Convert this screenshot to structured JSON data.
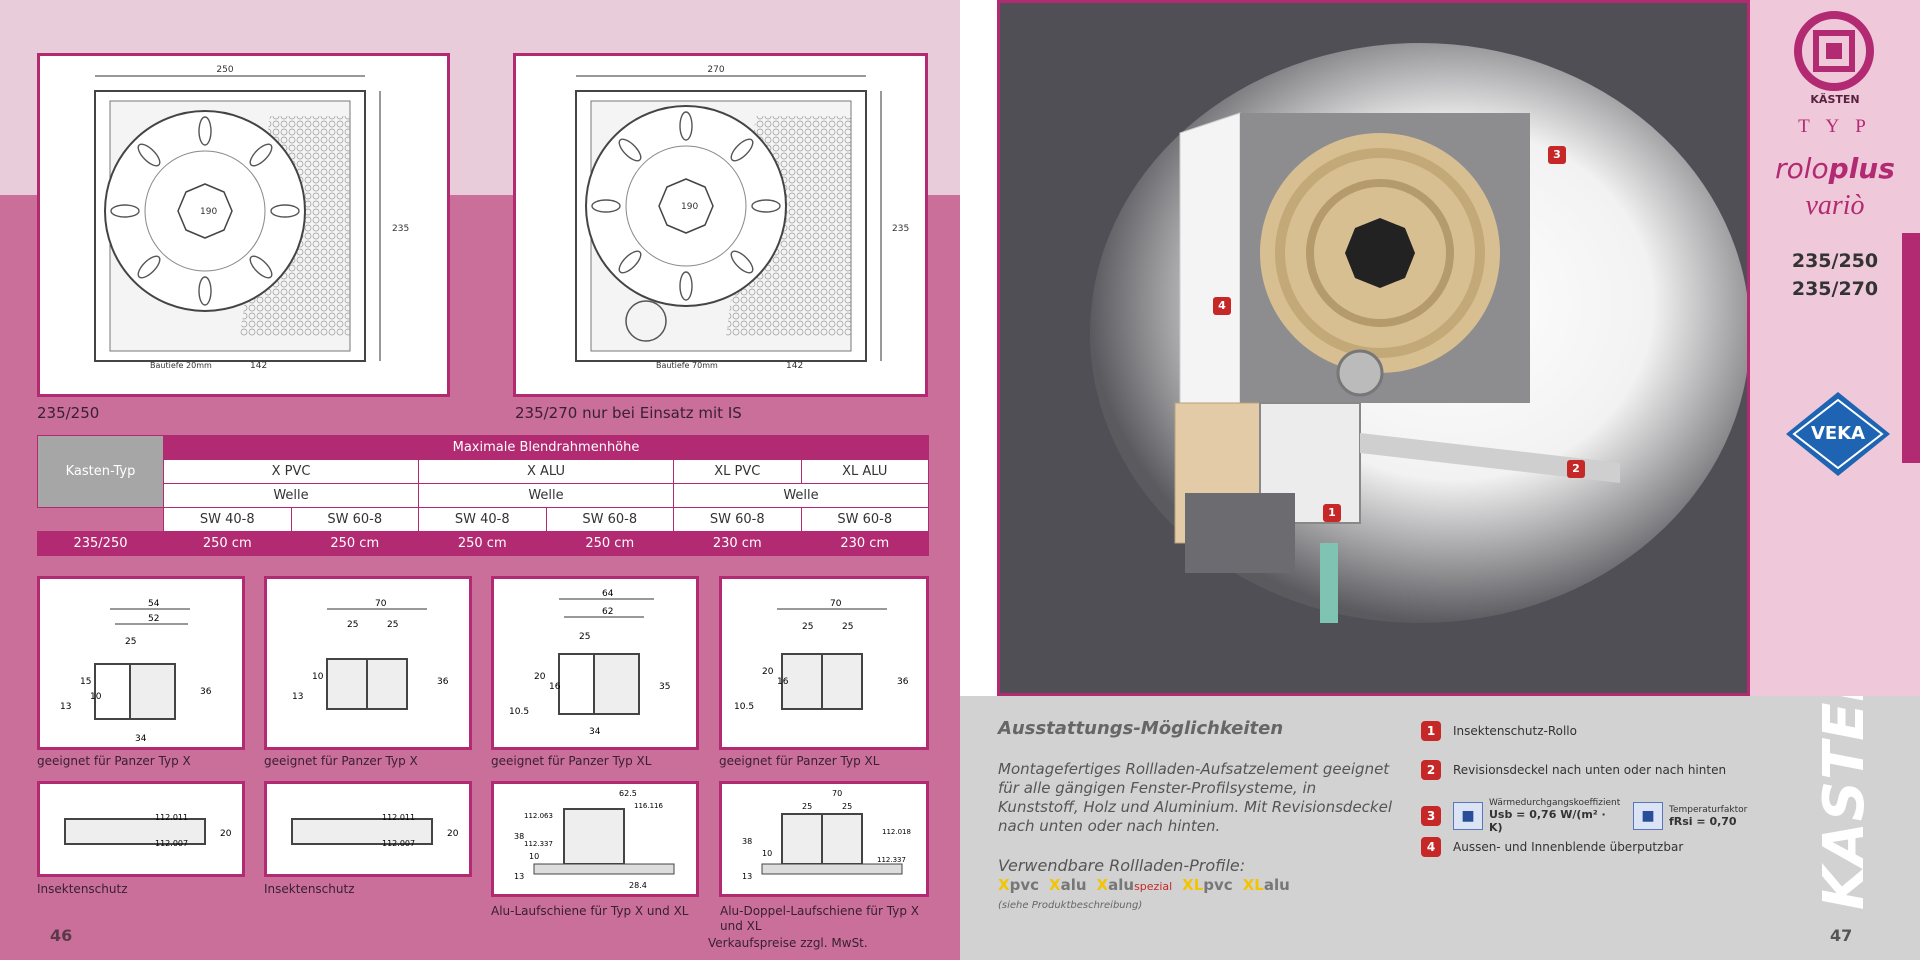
{
  "left": {
    "fig1_caption": "235/250",
    "fig2_caption": "235/270 nur bei Einsatz mit IS",
    "drawing1": {
      "width": "250",
      "height": "235",
      "inner": "190",
      "depth_label": "Bautiefe 20mm",
      "bottom": "142"
    },
    "drawing2": {
      "width": "270",
      "height": "235",
      "inner": "190",
      "depth_label": "Bautiefe 70mm",
      "bottom": "142"
    },
    "table": {
      "kasten_typ": "Kasten-Typ",
      "title": "Maximale Blendrahmenhöhe",
      "groups": [
        "X PVC",
        "X ALU",
        "XL  PVC",
        "XL  ALU"
      ],
      "welle": "Welle",
      "sw": [
        "SW 40-8",
        "SW 60-8",
        "SW 40-8",
        "SW 60-8",
        "SW 60-8",
        "SW 60-8"
      ],
      "row_label": "235/250",
      "row_values": [
        "250 cm",
        "250 cm",
        "250 cm",
        "250 cm",
        "230 cm",
        "230 cm"
      ]
    },
    "profiles_row1": [
      {
        "caption": "geeignet für Panzer Typ X",
        "dims": [
          "54",
          "52",
          "25",
          "15",
          "10",
          "36",
          "13",
          "34"
        ]
      },
      {
        "caption": "geeignet für Panzer Typ X",
        "dims": [
          "70",
          "25",
          "25",
          "10",
          "13",
          "36"
        ]
      },
      {
        "caption": "geeignet für Panzer Typ XL",
        "dims": [
          "64",
          "62",
          "25",
          "20",
          "16",
          "10.5",
          "34",
          "35"
        ]
      },
      {
        "caption": "geeignet für Panzer Typ XL",
        "dims": [
          "70",
          "25",
          "25",
          "20",
          "16",
          "10.5",
          "36"
        ]
      }
    ],
    "profiles_row2": [
      {
        "caption": "Insektenschutz",
        "dims": [
          "112.011",
          "112.007",
          "20"
        ]
      },
      {
        "caption": "Insektenschutz",
        "dims": [
          "112.011",
          "112.007",
          "20"
        ]
      },
      {
        "caption": "Alu-Laufschiene für Typ X und XL",
        "dims": [
          "62.5",
          "116.116",
          "112.063",
          "112.337",
          "38",
          "10",
          "13",
          "28.4"
        ]
      },
      {
        "caption": "Alu-Doppel-Laufschiene für Typ X und XL",
        "dims": [
          "70",
          "25",
          "25",
          "112.018",
          "112.337",
          "38",
          "10",
          "13"
        ]
      }
    ],
    "page_number": "46",
    "price_note": "Verkaufspreise zzgl. MwSt."
  },
  "right": {
    "markers": [
      "3",
      "4",
      "2",
      "1"
    ],
    "section_title": "Ausstattungs-Möglichkeiten",
    "description": "Montagefertiges Rollladen-Aufsatzelement geeignet für alle gängigen Fenster-Profilsysteme, in Kunststoff, Holz und Aluminium. Mit Revisionsdeckel nach unten oder nach hinten.",
    "profiles_heading": "Verwendbare Rollladen-Profile:",
    "profiles": [
      {
        "x": "X",
        "rest": "pvc"
      },
      {
        "x": "X",
        "rest": "alu"
      },
      {
        "x": "X",
        "rest": "alu",
        "suffix": "spezial"
      },
      {
        "x": "XL",
        "rest": "pvc"
      },
      {
        "x": "XL",
        "rest": "alu"
      }
    ],
    "profiles_note": "(siehe Produktbeschreibung)",
    "features": [
      {
        "num": "1",
        "text": "Insektenschutz-Rollo"
      },
      {
        "num": "2",
        "text": "Revisionsdeckel nach unten oder nach hinten"
      },
      {
        "num": "3",
        "u_label": "Wärmedurchgangskoeffizient",
        "u_value": "Usb = 0,76 W/(m² · K)",
        "f_label": "Temperaturfaktor",
        "f_value": "fRsi = 0,70"
      },
      {
        "num": "4",
        "text": "Aussen- und Innenblende überputzbar"
      }
    ],
    "page_number": "47",
    "side_label": "KASTEN"
  },
  "sidebar": {
    "logo_text": "KÄSTEN",
    "typ": "T Y P",
    "brand1_a": "rolo",
    "brand1_b": "plus",
    "brand2": "variò",
    "models": [
      "235/250",
      "235/270"
    ],
    "veka": "VEKA"
  },
  "colors": {
    "magenta": "#b22a72",
    "pink_bg": "#e8ccd9",
    "pink_dark": "#c96f99",
    "grey": "#d2d2d2",
    "marker_red": "#c62828",
    "profile_yellow": "#f2c500"
  }
}
